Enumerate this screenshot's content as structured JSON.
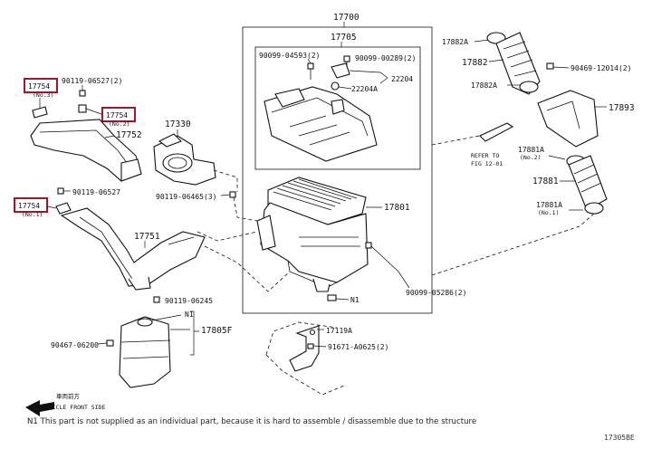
{
  "labels": {
    "p17700": "17700",
    "p17705": "17705",
    "p90099_04593": "90099-04593(2)",
    "p90099_00289": "90099-00289(2)",
    "p22204": "22204",
    "p22204A": "22204A",
    "p17801": "17801",
    "p90099_05286": "90099-05286(2)",
    "n1_box": "N1",
    "p17119A": "17119A",
    "p91671": "91671-A0625(2)",
    "p17882A_top": "17882A",
    "p17882": "17882",
    "p17882A_mid": "17882A",
    "p90469": "90469-12014(2)",
    "p17893": "17893",
    "refer_fig_1": "REFER TO",
    "refer_fig_2": "FIG 12-01",
    "p17881A_top": "17881A",
    "p17881A_top_sub": "(No.2)",
    "p17881": "17881",
    "p17881A_bot": "17881A",
    "p17881A_bot_sub": "(No.1)",
    "p17754_a": "17754",
    "p17754_a_sub": "(No.3)",
    "p90119_06527_2": "90119-06527(2)",
    "p17754_b": "17754",
    "p17754_b_sub": "(No.2)",
    "p17752": "17752",
    "p90119_06527": "90119-06527",
    "p17754_c": "17754",
    "p17754_c_sub": "(No.1)",
    "p17330": "17330",
    "p90119_06465": "90119-06465(3)",
    "p17751": "17751",
    "p90119_06245": "90119-06245",
    "n1_tank": "N1",
    "p17805F": "17805F",
    "p90467": "90467-06200",
    "front_cn": "車両前方",
    "front_en": "VEHICLE FRONT SIDE"
  },
  "footnote": "N1  This part is not supplied as an individual part, because it is hard to assemble / disassemble due to the structure",
  "catalog_id": "17305BE",
  "colors": {
    "highlight": "#a0162b",
    "ink": "#111111"
  }
}
